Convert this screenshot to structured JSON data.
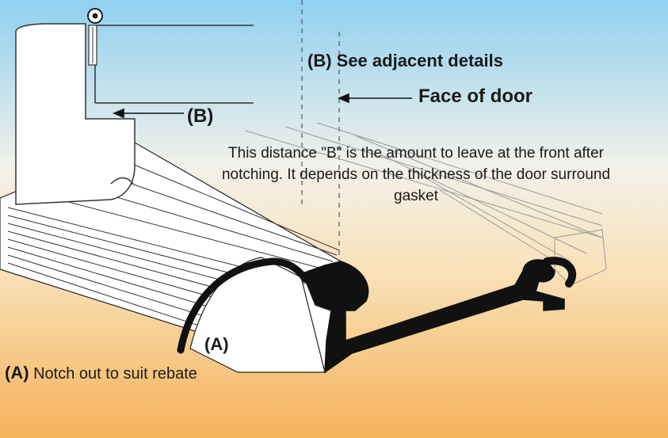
{
  "labels": {
    "see_details": "(B) See adjacent details",
    "face_of_door": "Face of door",
    "b_arrow": "(B)",
    "explanation": "This distance \"B\" is the amount to leave at the front after notching.  It depends on the thickness of the door surround gasket",
    "a_label": "(A)",
    "notch_tag": "(A)",
    "notch_text": "Notch out to suit rebate"
  },
  "colors": {
    "sky_top": "#8fd0f0",
    "sky_bottom": "#f7f3e6",
    "ground": "#f5b560",
    "ink": "#111111"
  }
}
